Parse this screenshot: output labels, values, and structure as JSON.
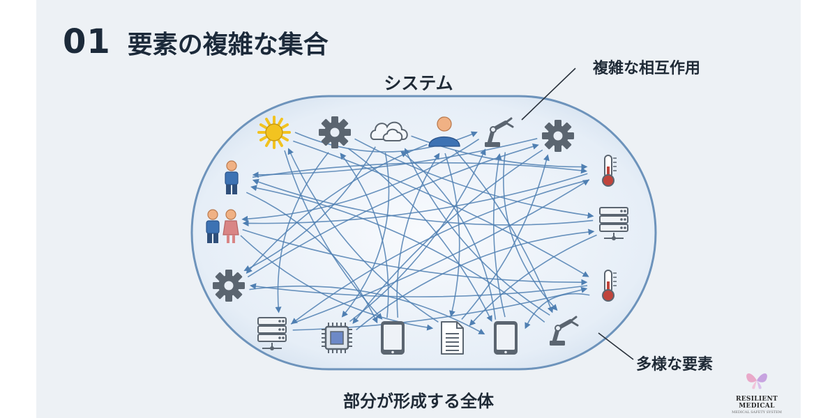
{
  "header": {
    "number": "01",
    "title": "要素の複雑な集合"
  },
  "diagram": {
    "system_label": "システム",
    "interaction_label": "複雑な相互作用",
    "elements_label": "多様な要素",
    "whole_label": "部分が形成する全体",
    "elements": [
      {
        "icon": "sun-icon"
      },
      {
        "icon": "gear-icon"
      },
      {
        "icon": "cloud-icon"
      },
      {
        "icon": "person-icon"
      },
      {
        "icon": "robot-arm-icon"
      },
      {
        "icon": "gear-icon"
      },
      {
        "icon": "thermometer-icon"
      },
      {
        "icon": "server-icon"
      },
      {
        "icon": "thermometer-icon"
      },
      {
        "icon": "robot-arm-icon"
      },
      {
        "icon": "tablet-icon"
      },
      {
        "icon": "document-icon"
      },
      {
        "icon": "tablet-icon"
      },
      {
        "icon": "chip-icon"
      },
      {
        "icon": "server-icon"
      },
      {
        "icon": "gear-icon"
      },
      {
        "icon": "couple-icon"
      },
      {
        "icon": "man-icon"
      }
    ],
    "connections": [
      [
        0,
        8
      ],
      [
        0,
        12
      ],
      [
        1,
        10
      ],
      [
        1,
        14
      ],
      [
        2,
        13
      ],
      [
        2,
        6
      ],
      [
        3,
        11
      ],
      [
        3,
        15
      ],
      [
        4,
        16
      ],
      [
        4,
        9
      ],
      [
        5,
        17
      ],
      [
        5,
        13
      ],
      [
        6,
        16
      ],
      [
        6,
        14
      ],
      [
        7,
        17
      ],
      [
        7,
        11
      ],
      [
        8,
        15
      ],
      [
        8,
        10
      ],
      [
        9,
        2
      ],
      [
        9,
        17
      ],
      [
        10,
        4
      ],
      [
        11,
        5
      ],
      [
        12,
        3
      ],
      [
        12,
        1
      ],
      [
        13,
        7
      ],
      [
        14,
        6
      ],
      [
        15,
        5
      ],
      [
        16,
        8
      ],
      [
        17,
        12
      ],
      [
        0,
        4
      ],
      [
        3,
        9
      ],
      [
        1,
        7
      ],
      [
        2,
        15
      ],
      [
        16,
        11
      ],
      [
        15,
        10
      ],
      [
        14,
        8
      ],
      [
        17,
        6
      ],
      [
        13,
        4
      ],
      [
        11,
        0
      ],
      [
        10,
        2
      ]
    ],
    "colors": {
      "arrow": "#4f7fb2",
      "container_stroke": "#6d93bb",
      "icon": "#5b6570",
      "accent_blue": "#3d72b3",
      "accent_pink": "#d98585",
      "accent_red": "#c0443c",
      "sun": "#f2c320"
    }
  },
  "logo": {
    "name": "RESILIENT MEDICAL",
    "tagline": "MEDICAL SAFETY SYSTEM"
  }
}
